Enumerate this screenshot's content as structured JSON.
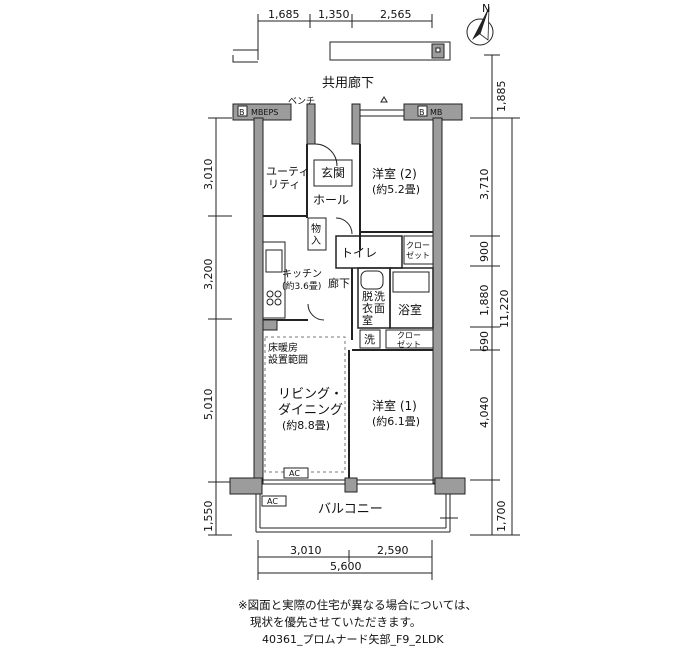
{
  "dims": {
    "top": [
      "1,685",
      "1,350",
      "2,565"
    ],
    "bottom": [
      "3,010",
      "2,590",
      "5,600"
    ],
    "left": [
      "3,010",
      "3,200",
      "5,010",
      "1,550"
    ],
    "right": [
      "1,885",
      "3,710",
      "900",
      "1,880",
      "690",
      "4,040",
      "1,700",
      "11,220"
    ]
  },
  "rooms": {
    "corridor": "共用廊下",
    "bench": "ベンチ",
    "mbeps_left": "MBEPS",
    "mb_right": "MB",
    "b_mark": "B",
    "utility_1": "ユーティ",
    "utility_2": "リティ",
    "genkan": "玄関",
    "hall": "ホール",
    "storage_1": "物",
    "storage_2": "入",
    "western2_name": "洋室 (2)",
    "western2_size": "(約5.2畳)",
    "toilet": "トイレ",
    "closet_a": "クロー",
    "closet_b": "ゼット",
    "kitchen_name": "キッチン",
    "kitchen_size": "(約3.6畳)",
    "hallway": "廊下",
    "dressing_1": "脱",
    "dressing_2": "洗",
    "dressing_3": "衣",
    "dressing_4": "面",
    "dressing_5": "室",
    "bath": "浴室",
    "wash": "洗",
    "floor_heat_1": "床暖房",
    "floor_heat_2": "設置範囲",
    "living_1": "リビング・",
    "living_2": "ダイニング",
    "living_size": "(約8.8畳)",
    "western1_name": "洋室 (1)",
    "western1_size": "(約6.1畳)",
    "ac": "AC",
    "balcony": "バルコニー"
  },
  "note": {
    "line1": "※図面と実際の住宅が異なる場合については、",
    "line2": "現状を優先させていただきます。"
  },
  "code": "40361_プロムナード矢部_F9_2LDK",
  "compass": {
    "label": "N"
  }
}
